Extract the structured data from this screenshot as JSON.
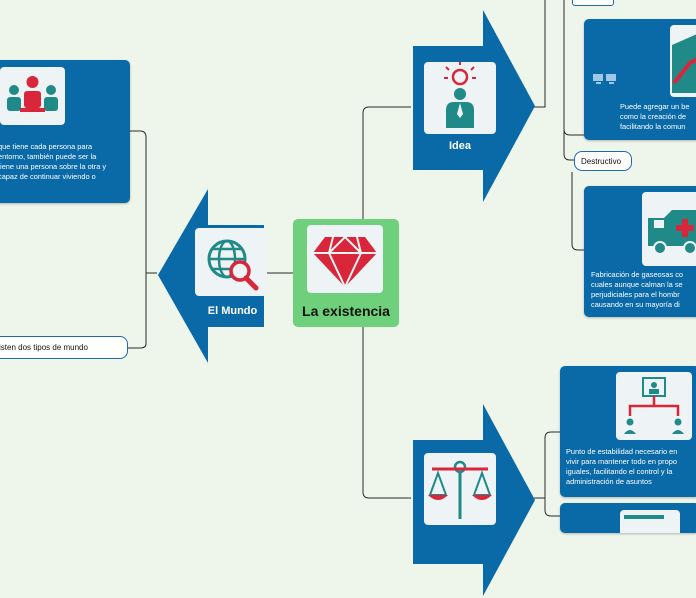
{
  "central": {
    "title": "La existencia",
    "icon": "gem-icon",
    "color": "#6fd07b"
  },
  "branches": {
    "mundo": {
      "title": "El Mundo",
      "icon": "globe-search-icon",
      "note_text": "que tiene cada persona para\nentorno, también puede ser la\ntiene una persona sobre la otra y\ncapaz de continuar viviendo o",
      "note_icon": "meeting-icon",
      "types_label": "isten dos tipos de mundo"
    },
    "idea": {
      "title": "Idea",
      "icon": "lightbulb-person-icon",
      "constructive_icon": "chart-up-icon",
      "constructive_small_icon": "computers-icon",
      "constructive_text": "Puede agregar un be\ncomo la creación de\nfacilitando la comun",
      "destructive_label": "Destructivo",
      "destructive_icon": "ambulance-icon",
      "destructive_text": "Fabricación de gaseosas co\ncuales aunque calman la se\nperjudiciales para el hombr\ncausando en su mayoría di"
    },
    "justicia": {
      "icon": "scales-icon",
      "org_icon": "org-chart-icon",
      "org_text": "Punto de estabilidad necesario en\nvivir para mantener todo en propo\niguales, facilitando el control y la\nadministración de asuntos"
    }
  },
  "colors": {
    "blue": "#0a6aa8",
    "line": "#2b2b2b",
    "background": "#eef5ea",
    "accent_red": "#d9263a",
    "accent_teal": "#1f8a88"
  }
}
